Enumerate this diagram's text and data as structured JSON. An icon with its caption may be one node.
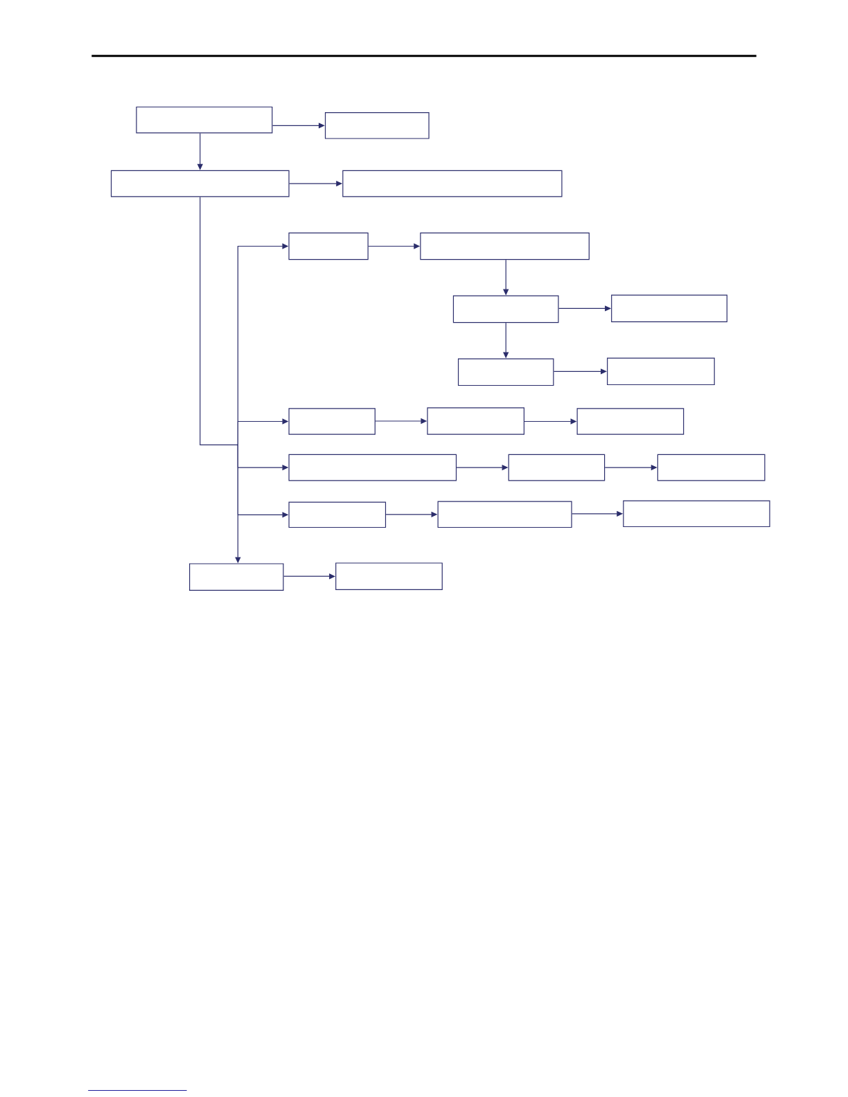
{
  "diagram": {
    "nodes": [
      {
        "text": [],
        "shape": "box"
      },
      {
        "text": [],
        "shape": "box"
      },
      {
        "text": [],
        "shape": "box"
      },
      {
        "text": [],
        "shape": "box"
      },
      {
        "text": [],
        "shape": "box"
      },
      {
        "text": [],
        "shape": "box"
      },
      {
        "text": [],
        "shape": "box"
      },
      {
        "text": [],
        "shape": "box"
      },
      {
        "text": [],
        "shape": "box"
      },
      {
        "text": [],
        "shape": "box"
      },
      {
        "text": [],
        "shape": "box"
      },
      {
        "text": [],
        "shape": "box"
      },
      {
        "text": [],
        "shape": "box"
      },
      {
        "text": [],
        "shape": "box"
      },
      {
        "text": [],
        "shape": "box"
      },
      {
        "text": [],
        "shape": "box"
      },
      {
        "text": [],
        "shape": "box"
      },
      {
        "text": [],
        "shape": "box"
      },
      {
        "text": [],
        "shape": "box"
      },
      {
        "text": [],
        "shape": "box"
      },
      {
        "text": [],
        "shape": "box"
      }
    ],
    "edges": [
      {
        "from": 0,
        "to": 1,
        "arrow": "to"
      },
      {
        "from": 0,
        "to": 2,
        "arrow": "to"
      },
      {
        "from": 2,
        "to": 3,
        "arrow": "to"
      },
      {
        "from": 2,
        "to": 4,
        "arrow": "to"
      },
      {
        "from": 4,
        "to": 5,
        "arrow": "to"
      },
      {
        "from": 5,
        "to": 6,
        "arrow": "to"
      },
      {
        "from": 6,
        "to": 7,
        "arrow": "to"
      },
      {
        "from": 6,
        "to": 8,
        "arrow": "to"
      },
      {
        "from": 8,
        "to": 9,
        "arrow": "to"
      },
      {
        "from": 2,
        "to": 10,
        "arrow": "to"
      },
      {
        "from": 10,
        "to": 11,
        "arrow": "to"
      },
      {
        "from": 11,
        "to": 12,
        "arrow": "to"
      },
      {
        "from": 2,
        "to": 13,
        "arrow": "to"
      },
      {
        "from": 13,
        "to": 14,
        "arrow": "to"
      },
      {
        "from": 14,
        "to": 15,
        "arrow": "to"
      },
      {
        "from": 2,
        "to": 16,
        "arrow": "to"
      },
      {
        "from": 16,
        "to": 17,
        "arrow": "to"
      },
      {
        "from": 17,
        "to": 18,
        "arrow": "to"
      },
      {
        "from": 2,
        "to": 19,
        "arrow": "to"
      },
      {
        "from": 19,
        "to": 20,
        "arrow": "to"
      }
    ]
  }
}
